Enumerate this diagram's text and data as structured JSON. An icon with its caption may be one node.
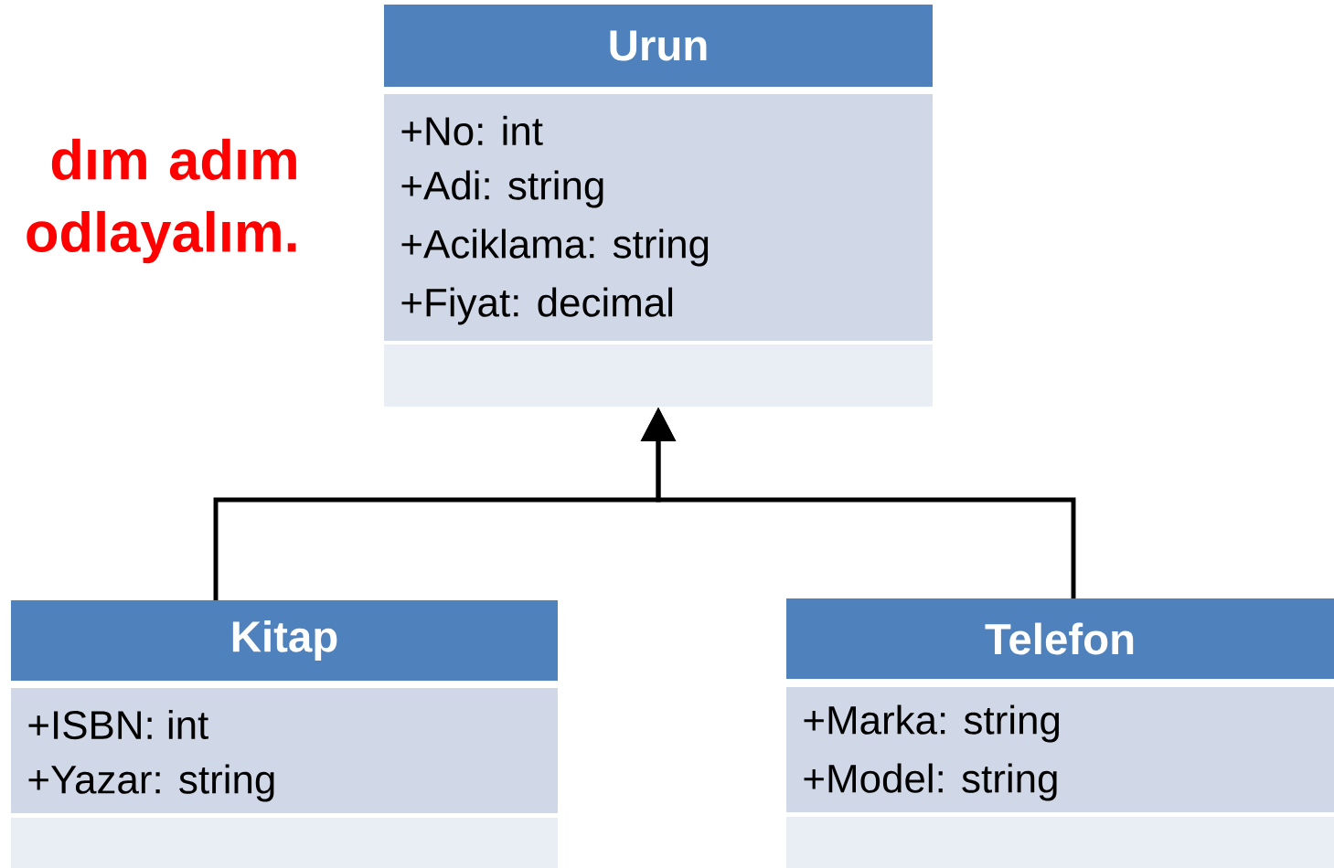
{
  "diagram": {
    "nodes": [
      {
        "text": [
          "Urun",
          "+No: int",
          "+Adi: string",
          "+Aciklama: string",
          "+Fiyat: decimal"
        ]
      },
      {
        "text": [
          "Kitap",
          "+ISBN: int",
          "+Yazar: string"
        ]
      },
      {
        "text": [
          "Telefon",
          "+Marka: string",
          "+Model: string"
        ]
      }
    ],
    "edges": [
      {
        "from": 1,
        "to": 0,
        "arrow": "to"
      },
      {
        "from": 2,
        "to": 0,
        "arrow": "to"
      }
    ],
    "labels": [
      "dım adım odlayalım."
    ]
  }
}
